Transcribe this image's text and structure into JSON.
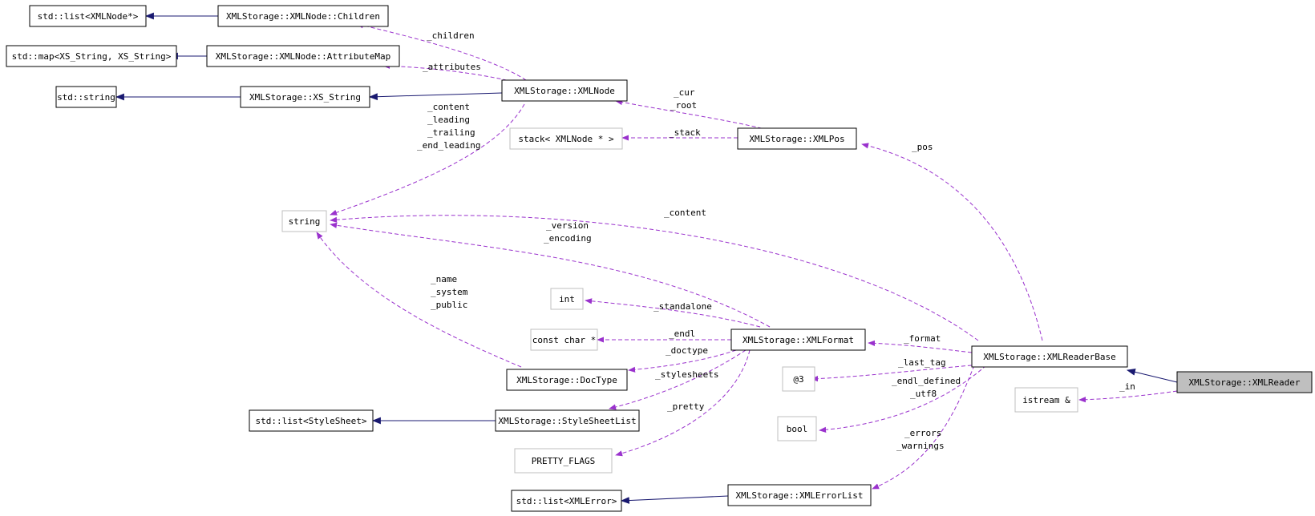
{
  "nodes": {
    "std_list_xmlnode": "std::list<XMLNode*>",
    "children": "XMLStorage::XMLNode::Children",
    "std_map": "std::map<XS_String, XS_String>",
    "attribute_map": "XMLStorage::XMLNode::AttributeMap",
    "std_string": "std::string",
    "xs_string": "XMLStorage::XS_String",
    "xmlnode": "XMLStorage::XMLNode",
    "stack": "stack< XMLNode * >",
    "xmlpos": "XMLStorage::XMLPos",
    "string": "string",
    "int": "int",
    "const_char": "const char *",
    "xmlformat": "XMLStorage::XMLFormat",
    "doctype": "XMLStorage::DocType",
    "at3": "@3",
    "xmlreaderbase": "XMLStorage::XMLReaderBase",
    "xmlreader": "XMLStorage::XMLReader",
    "istream": "istream &",
    "std_list_stylesheet": "std::list<StyleSheet>",
    "stylesheetlist": "XMLStorage::StyleSheetList",
    "bool": "bool",
    "pretty_flags": "PRETTY_FLAGS",
    "std_list_xmlerror": "std::list<XMLError>",
    "xmlerrorlist": "XMLStorage::XMLErrorList"
  },
  "edge_labels": {
    "children": "_children",
    "attributes": "_attributes",
    "cur_1": "_cur",
    "cur_2": "_root",
    "content_1": "_content",
    "content_2": "_leading",
    "content_3": "_trailing",
    "content_4": "_end_leading",
    "stack": "_stack",
    "pos": "_pos",
    "content": "_content",
    "version_1": "_version",
    "version_2": "_encoding",
    "name_1": "_name",
    "name_2": "_system",
    "name_3": "_public",
    "standalone": "_standalone",
    "endl": "_endl",
    "format": "_format",
    "doctype": "_doctype",
    "last_tag": "_last_tag",
    "stylesheets": "_stylesheets",
    "endl_defined_1": "_endl_defined",
    "endl_defined_2": "_utf8",
    "in": "_in",
    "pretty": "_pretty",
    "errors_1": "_errors",
    "errors_2": "_warnings"
  },
  "colors": {
    "uses_edge": "#9a32cd",
    "inheritance_edge": "#191970",
    "selected_node": "#bfbfbf"
  }
}
